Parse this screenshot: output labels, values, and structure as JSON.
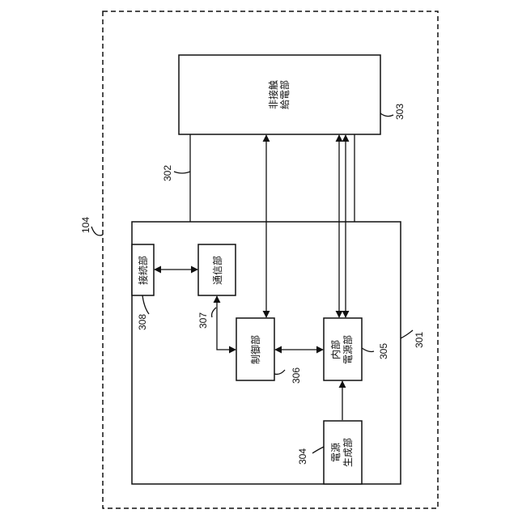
{
  "figure": {
    "outer_ref": "104",
    "main_ref": "301",
    "cable_ref": "302",
    "blocks": {
      "noncontact_power": {
        "ref": "303",
        "lines": [
          "非接触",
          "給電部"
        ]
      },
      "power_gen": {
        "ref": "304",
        "lines": [
          "電源",
          "生成部"
        ]
      },
      "internal_power": {
        "ref": "305",
        "lines": [
          "内部",
          "電源部"
        ]
      },
      "control": {
        "ref": "306",
        "lines": [
          "制御部"
        ]
      },
      "comm": {
        "ref": "307",
        "lines": [
          "通信部"
        ]
      },
      "connection": {
        "ref": "308",
        "lines": [
          "接続部"
        ]
      }
    }
  }
}
